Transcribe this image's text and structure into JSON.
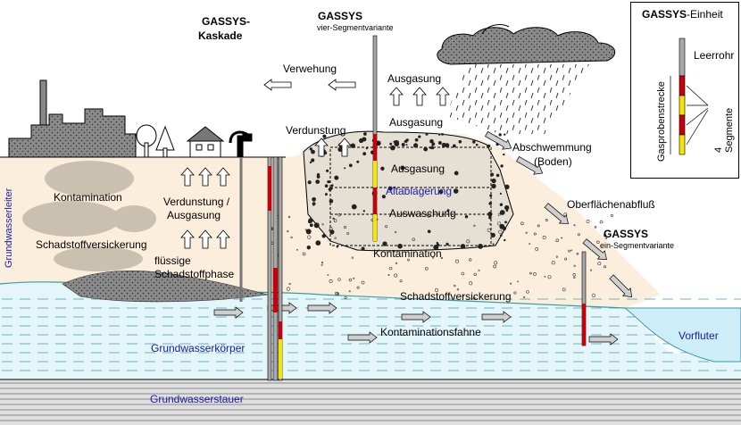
{
  "labels": {
    "cascade_title_1": "GASSYS-",
    "cascade_title_2": "Kaskade",
    "four_seg_title": "GASSYS",
    "four_seg_sub": "vier-Segmentvariante",
    "one_seg_title": "GASSYS",
    "one_seg_sub": "ein-Segmentvariante",
    "verwehung": "Verwehung",
    "verdunstung": "Verdunstung",
    "ausgasung_top1": "Ausgasung",
    "ausgasung_top2": "Ausgasung",
    "abschwemmung_1": "Abschwemmung",
    "abschwemmung_2": "(Boden)",
    "ausgasung_inner": "Ausgasung",
    "altablagerung": "Altablagerung",
    "auswaschung": "Auswaschung",
    "kontamination_landfill": "Kontamination",
    "oberflaechenabfluss": "Oberflächenabfluß",
    "kontamination_left": "Kontamination",
    "verdunstung_ausgasung_1": "Verdunstung /",
    "verdunstung_ausgasung_2": "Ausgasung",
    "schadstoffversickerung_left": "Schadstoffversickerung",
    "fluessige_1": "flüssige",
    "fluessige_2": "Schadstoffphase",
    "schadstoffversickerung_right": "Schadstoffversickerung",
    "kontaminationsfahne": "Kontaminationsfahne",
    "grundwasserkoerper": "Grundwasserkörper",
    "grundwasserleiter": "Grundwasserleiter",
    "vorfluter": "Vorfluter",
    "grundwasserstauer": "Grundwasserstauer"
  },
  "legend": {
    "title_bold": "GASSYS",
    "title_rest": "-Einheit",
    "leerrohr": "Leerrohr",
    "gasprobenstrecke": "Gasprobenstrecke",
    "segmente": "4 Segmente"
  },
  "colors": {
    "soil": "#fbeedc",
    "water": "#e4f6fa",
    "water_line": "#3a9aa8",
    "river": "#cdeef8",
    "stauer": "#d4d4d4",
    "segment_red": "#c8000c",
    "segment_yellow": "#f4e600",
    "pipe_grey": "#a8a8a8",
    "label_blue": "#1a1aa8"
  }
}
